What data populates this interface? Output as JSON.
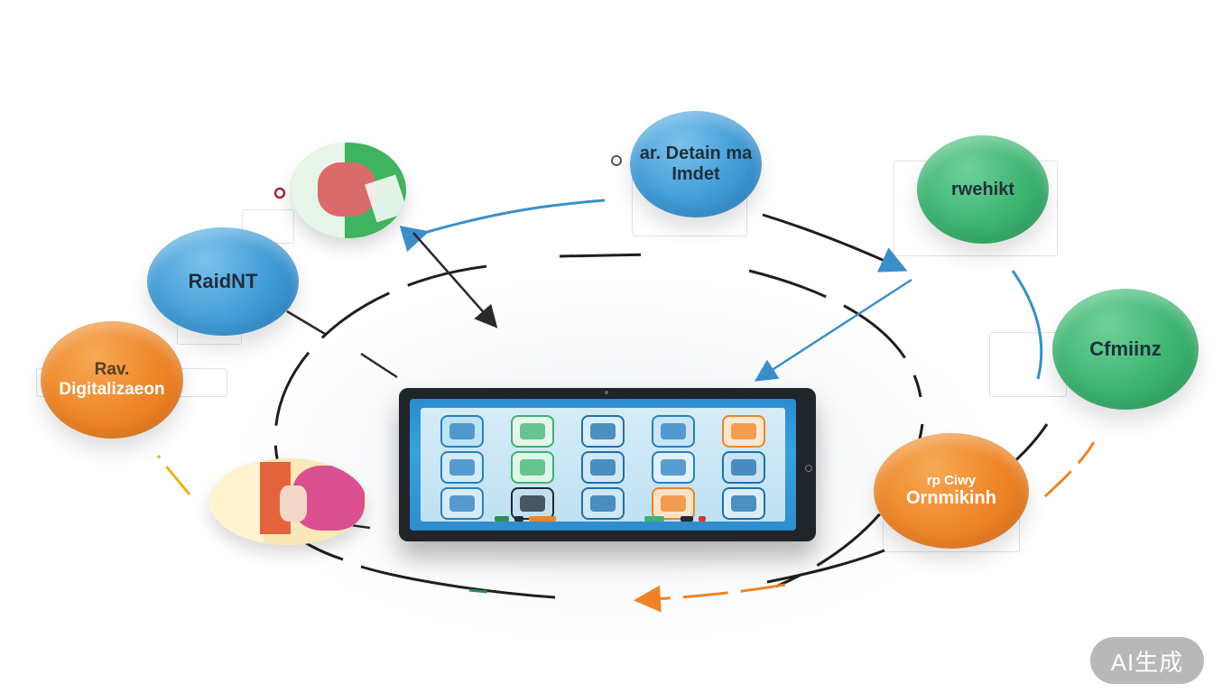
{
  "nodes": [
    {
      "id": "ai-detail-market",
      "lines": [
        "ar. Detain ma",
        "Imdet"
      ],
      "color": "blue"
    },
    {
      "id": "rwehikt",
      "lines": [
        "rwehikt"
      ],
      "color": "green"
    },
    {
      "id": "raidnt",
      "lines": [
        "RaidNT"
      ],
      "color": "blue"
    },
    {
      "id": "cfmiinz",
      "lines": [
        "Cfmiinz"
      ],
      "color": "green"
    },
    {
      "id": "rav-digitalization",
      "lines": [
        "Rav.",
        "Digitalizaeon"
      ],
      "color": "orange"
    },
    {
      "id": "ornmikinh",
      "lines": [
        "rp Ciwy",
        "Ornmikinh"
      ],
      "color": "orange"
    }
  ],
  "watermark": "AI生成",
  "colors": {
    "blue": "#3f9bd6",
    "green": "#3cb370",
    "orange": "#ee8427",
    "connector": "#1e1e1e",
    "accent_blue": "#3a8fc9",
    "accent_orange": "#ee8427"
  },
  "tablet": {
    "icon_rows": 3,
    "icon_cols": 5
  }
}
